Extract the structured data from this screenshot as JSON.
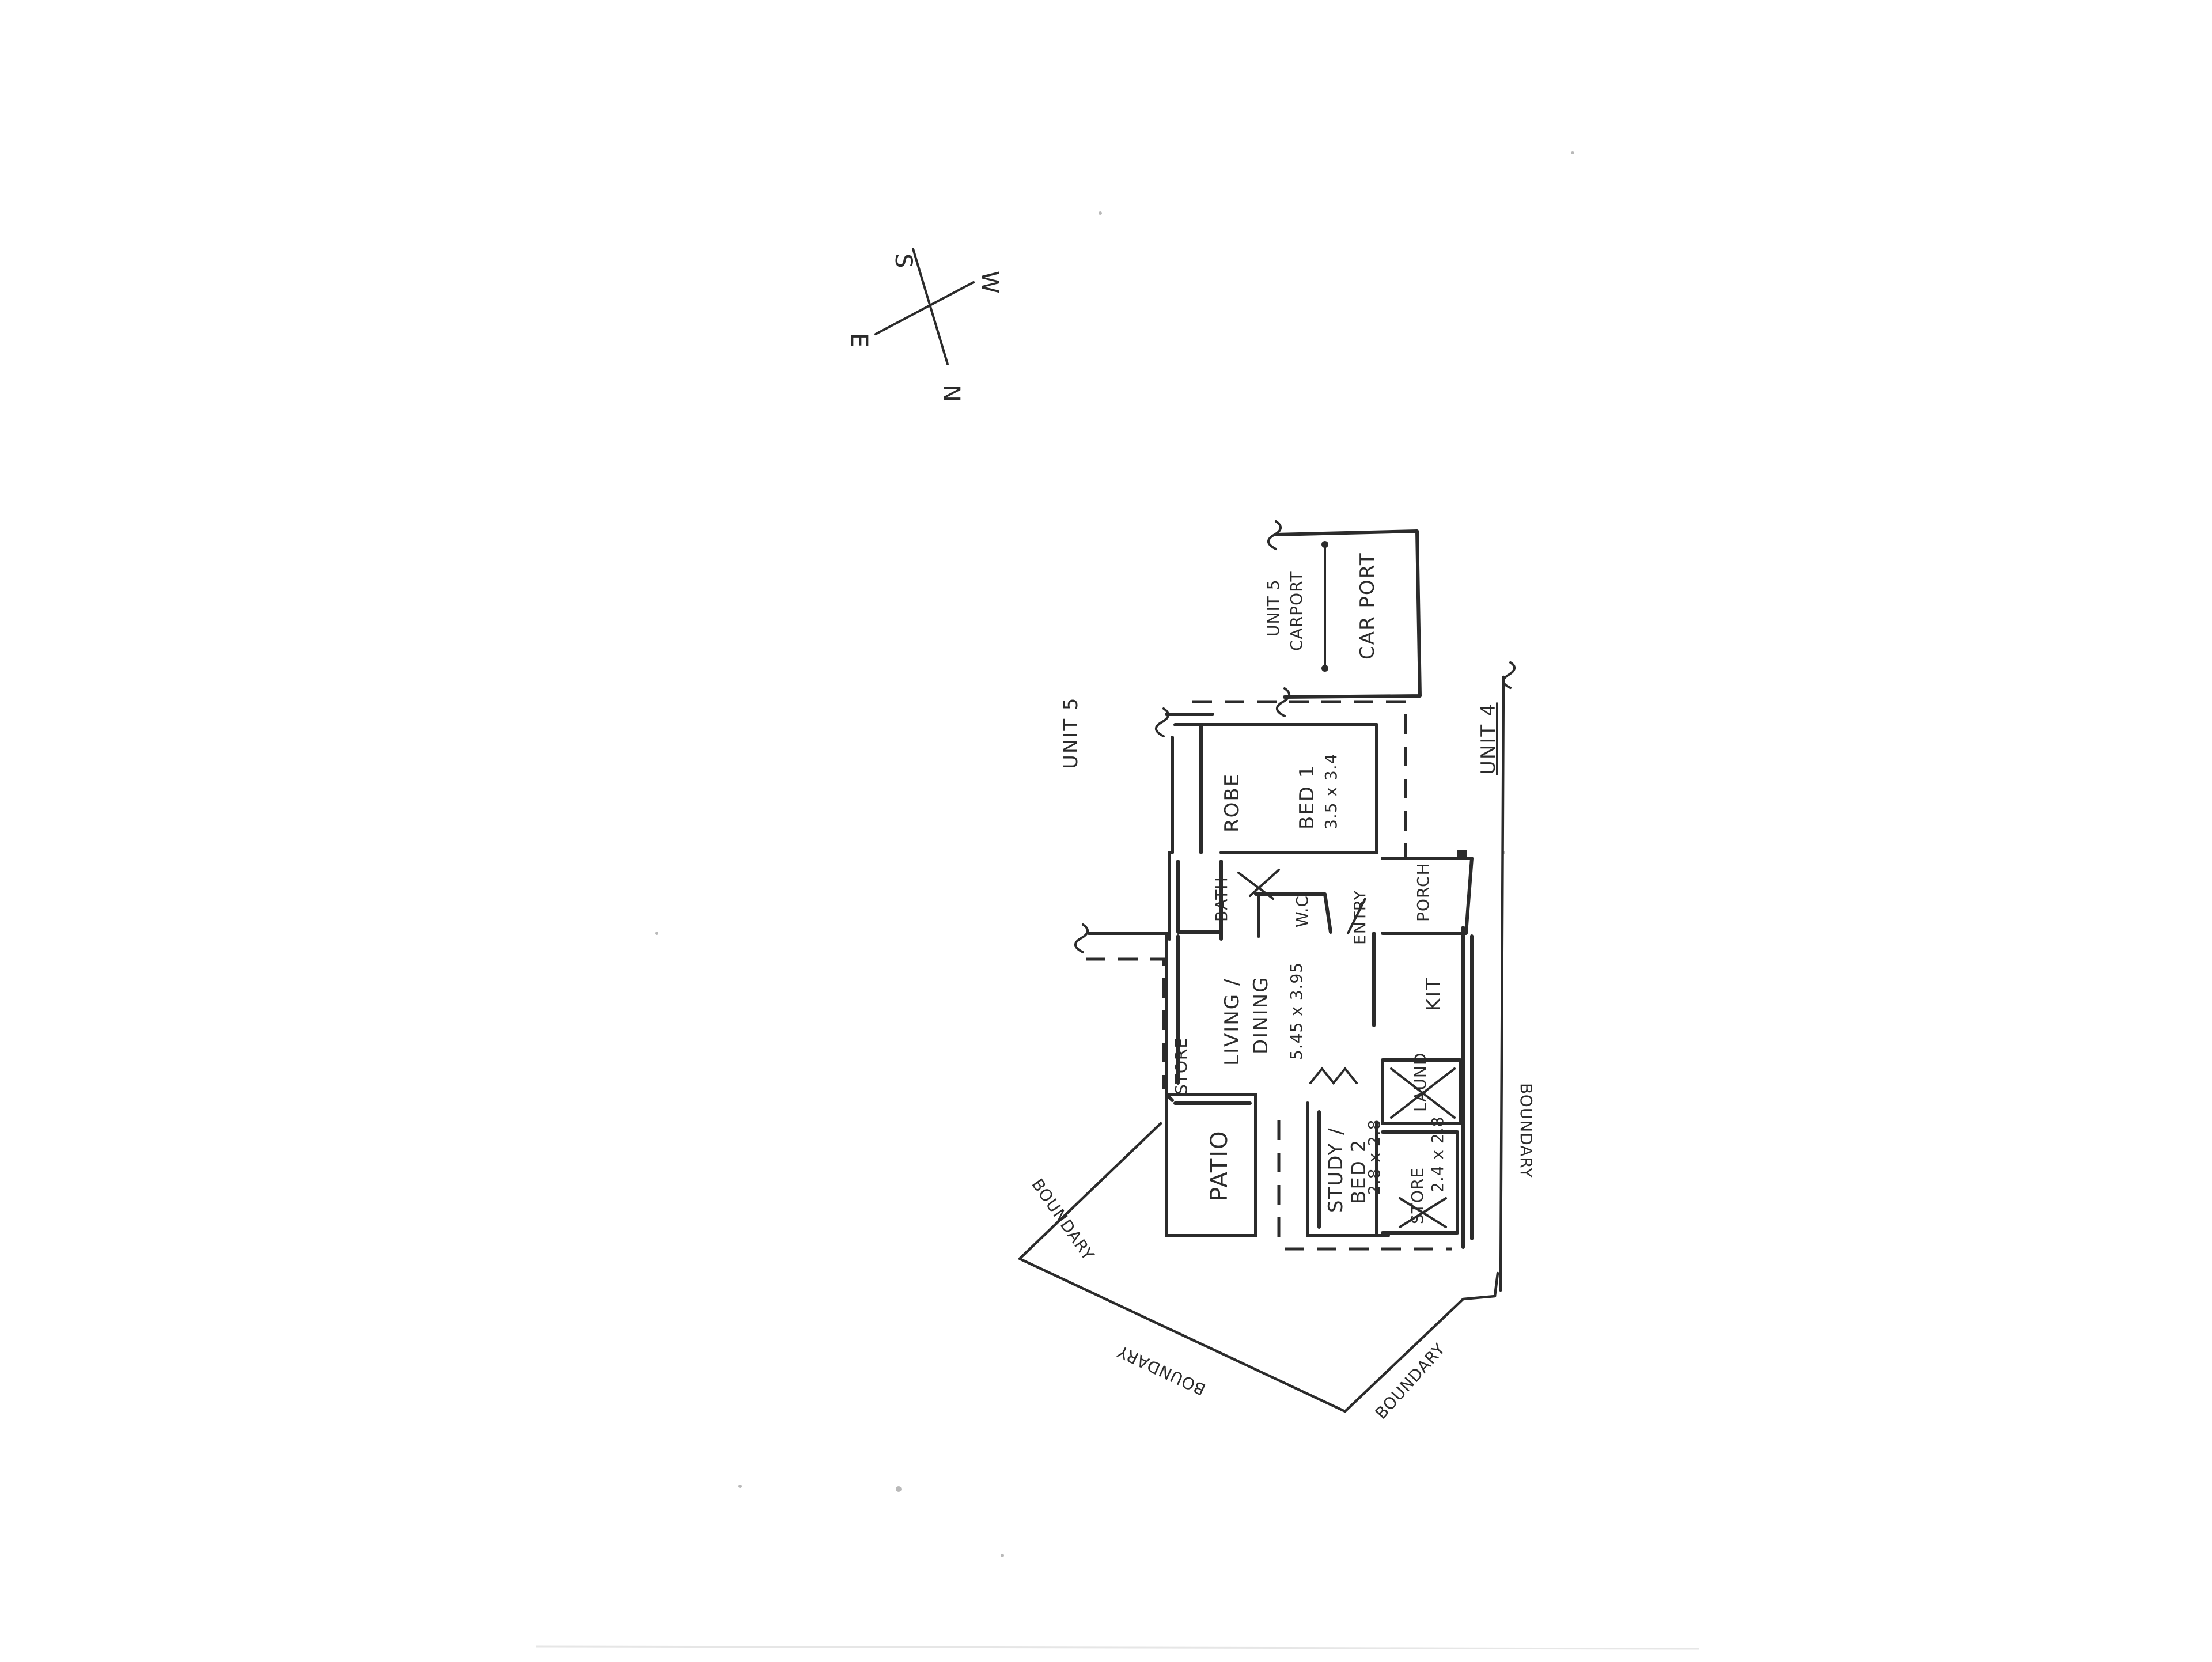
{
  "compass": {
    "north": "N",
    "south": "S",
    "east": "E",
    "west": "W"
  },
  "neighbours": {
    "unit5": "UNIT 5",
    "unit5_carport": [
      "UNIT 5",
      "CARPORT"
    ],
    "unit4": "UNIT 4",
    "carport": "CAR PORT"
  },
  "rooms": {
    "robe": "ROBE",
    "bed1": {
      "name": "BED 1",
      "size": "3.5 x 3.4"
    },
    "bath": "BATH",
    "wc": "W.C.",
    "entry": "ENTRY",
    "porch": "PORCH",
    "living": {
      "name": [
        "LIVING /",
        "DINING"
      ],
      "size": "5.45 x 3.95"
    },
    "kit": "KIT",
    "laund": "LAUND",
    "store_small": "STORE",
    "patio": "PATIO",
    "study": {
      "name": [
        "STUDY /",
        "BED 2"
      ],
      "size": "2.8 x 2.8"
    },
    "store": {
      "name": "STORE",
      "size": "2.4 x 2.8"
    }
  },
  "boundaries": [
    "BOUNDARY",
    "BOUNDARY",
    "BOUNDARY",
    "BOUNDARY"
  ],
  "colors": {
    "ink": "#2b2b2b",
    "paper": "#ffffff"
  }
}
